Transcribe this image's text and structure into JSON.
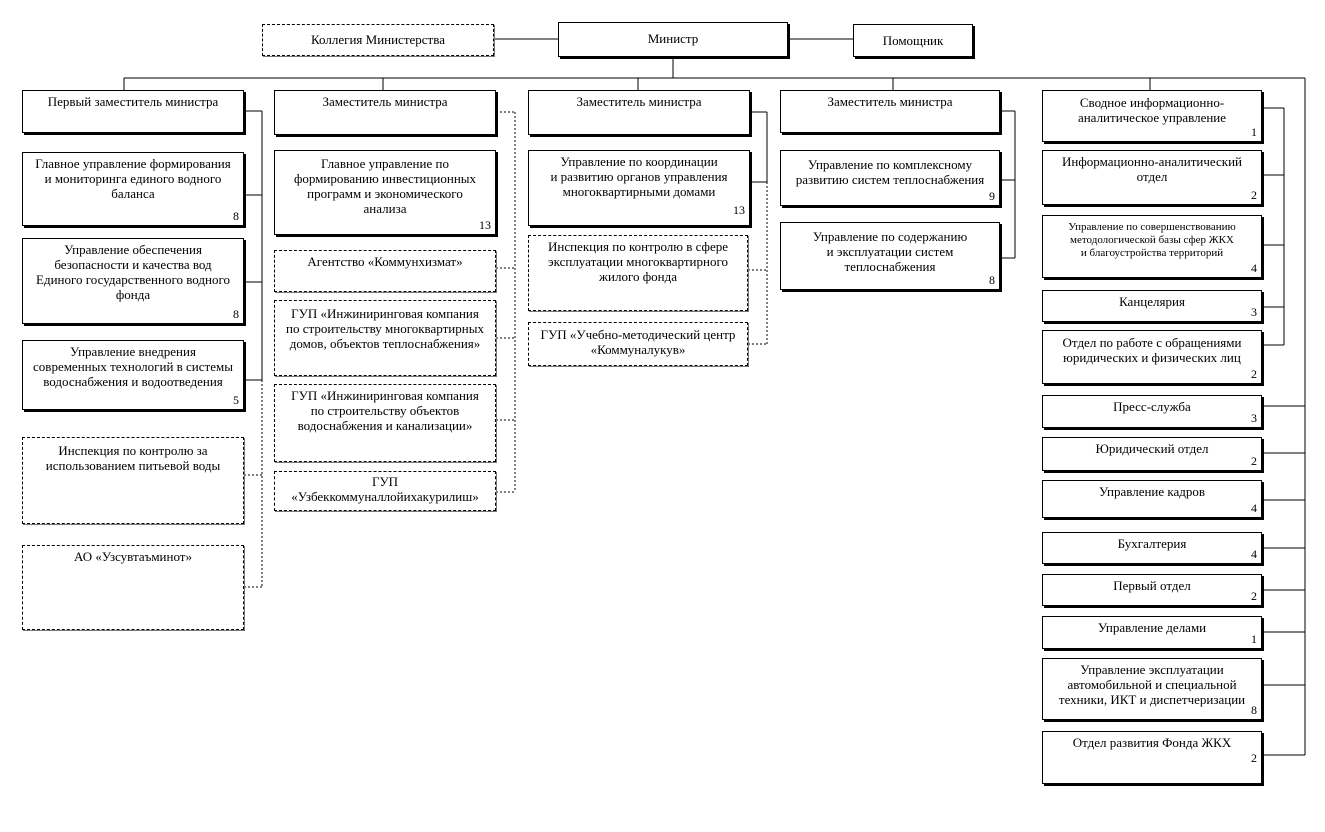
{
  "top": {
    "collegium": "Коллегия Министерства",
    "minister": "Министр",
    "assistant": "Помощник"
  },
  "col1": {
    "head": "Первый заместитель министра",
    "b1": {
      "label": "Главное управление формирования\nи мониторинга единого водного\nбаланса",
      "num": "8"
    },
    "b2": {
      "label": "Управление обеспечения\nбезопасности и качества вод\nЕдиного государственного водного\nфонда",
      "num": "8"
    },
    "b3": {
      "label": "Управление внедрения\nсовременных технологий в системы\nводоснабжения и водоотведения",
      "num": "5"
    },
    "b4": {
      "label": "Инспекция по контролю за\nиспользованием питьевой воды"
    },
    "b5": {
      "label": "АО «Узсувтаъминот»"
    }
  },
  "col2": {
    "head": "Заместитель министра",
    "b1": {
      "label": "Главное управление по\nформированию инвестиционных\nпрограмм и экономического\nанализа",
      "num": "13"
    },
    "b2": {
      "label": "Агентство «Коммунхизмат»"
    },
    "b3": {
      "label": "ГУП «Инжиниринговая компания\nпо строительству многоквартирных\nдомов, объектов теплоснабжения»"
    },
    "b4": {
      "label": "ГУП «Инжиниринговая компания\nпо строительству объектов\nводоснабжения и канализации»"
    },
    "b5": {
      "label": "ГУП\n«Узбеккоммуналлойихакурилиш»"
    }
  },
  "col3": {
    "head": "Заместитель министра",
    "b1": {
      "label": "Управление по координации\nи развитию органов управления\nмногоквартирными домами",
      "num": "13"
    },
    "b2": {
      "label": "Инспекция по контролю в сфере\nэксплуатации многоквартирного\nжилого фонда"
    },
    "b3": {
      "label": "ГУП «Учебно-методический центр\n«Коммуналукув»"
    }
  },
  "col4": {
    "head": "Заместитель министра",
    "b1": {
      "label": "Управление по комплексному\nразвитию систем теплоснабжения",
      "num": "9"
    },
    "b2": {
      "label": "Управление по содержанию\nи эксплуатации систем\nтеплоснабжения",
      "num": "8"
    }
  },
  "col5": {
    "b1": {
      "label": "Сводное информационно-\nаналитическое управление",
      "num": "1"
    },
    "b2": {
      "label": "Информационно-аналитический\nотдел",
      "num": "2"
    },
    "b3": {
      "label": "Управление по совершенствованию\nметодологической базы сфер ЖКХ\nи благоустройства территорий",
      "num": "4"
    },
    "b4": {
      "label": "Канцелярия",
      "num": "3"
    },
    "b5": {
      "label": "Отдел по работе с обращениями\nюридических и физических лиц",
      "num": "2"
    },
    "b6": {
      "label": "Пресс-служба",
      "num": "3"
    },
    "b7": {
      "label": "Юридический отдел",
      "num": "2"
    },
    "b8": {
      "label": "Управление кадров",
      "num": "4"
    },
    "b9": {
      "label": "Бухгалтерия",
      "num": "4"
    },
    "b10": {
      "label": "Первый отдел",
      "num": "2"
    },
    "b11": {
      "label": "Управление делами",
      "num": "1"
    },
    "b12": {
      "label": "Управление эксплуатации\nавтомобильной и специальной\nтехники, ИКТ и диспетчеризации",
      "num": "8"
    },
    "b13": {
      "label": "Отдел развития Фонда ЖКХ",
      "num": "2"
    }
  }
}
